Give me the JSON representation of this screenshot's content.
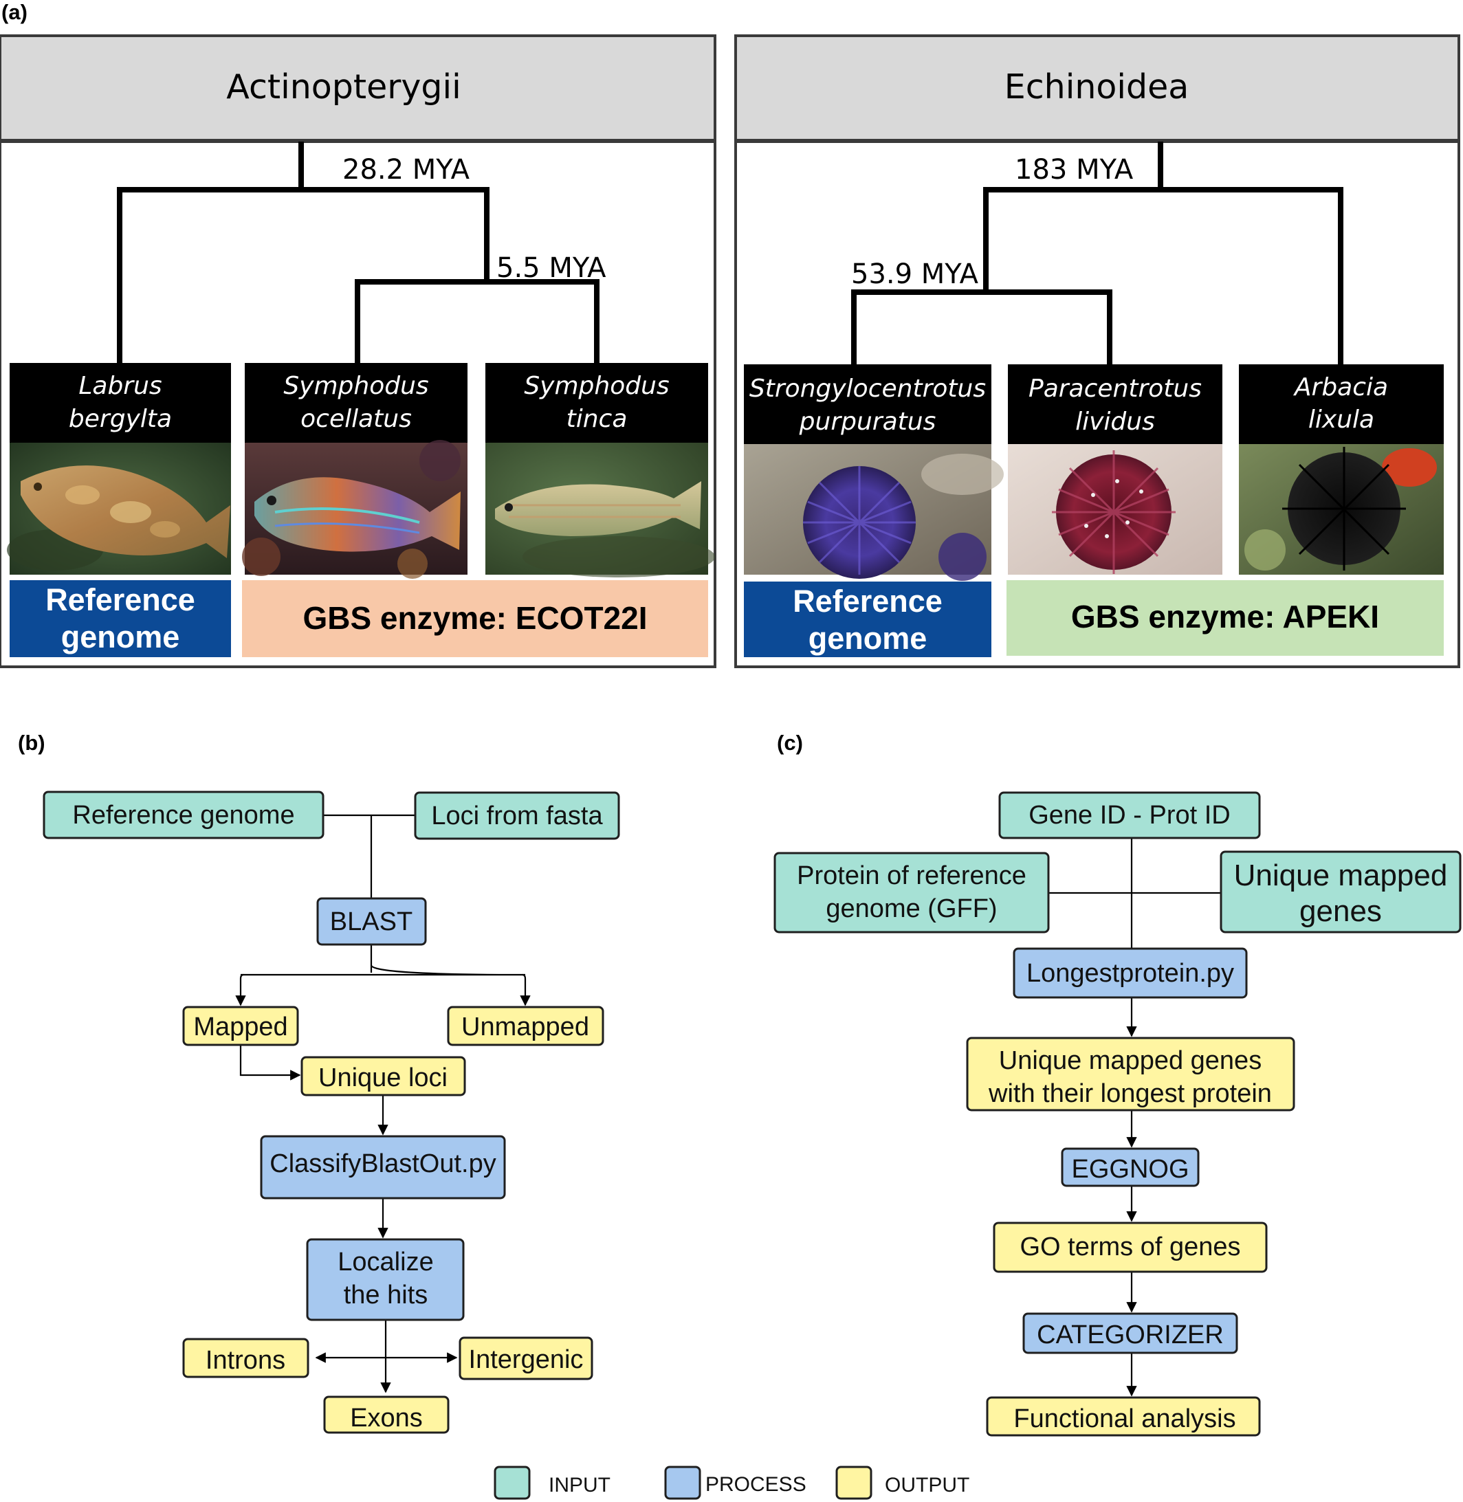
{
  "colors": {
    "input": "#a6e1d5",
    "process": "#a6c8ef",
    "output": "#fff5a2",
    "reference_genome": "#0c4a96",
    "gbs_ecot22i": "#f8c8a8",
    "gbs_apeki": "#c6e3b6",
    "header": "#d9d9d9"
  },
  "panel_a": {
    "label": "(a)",
    "left": {
      "title": "Actinopterygii",
      "node_root": "28.2 MYA",
      "node_inner": "5.5 MYA",
      "species": [
        {
          "line1": "Labrus",
          "line2": "bergylta",
          "photo": "fish-photo"
        },
        {
          "line1": "Symphodus",
          "line2": "ocellatus",
          "photo": "fish-photo"
        },
        {
          "line1": "Symphodus",
          "line2": "tinca",
          "photo": "fish-photo"
        }
      ],
      "reference": {
        "line1": "Reference",
        "line2": "genome"
      },
      "enzyme": "GBS enzyme: ECOT22I"
    },
    "right": {
      "title": "Echinoidea",
      "node_root": "183 MYA",
      "node_inner": "53.9 MYA",
      "species": [
        {
          "line1": "Strongylocentrotus",
          "line2": "purpuratus",
          "photo": "sea-urchin-photo"
        },
        {
          "line1": "Paracentrotus",
          "line2": "lividus",
          "photo": "sea-urchin-photo"
        },
        {
          "line1": "Arbacia",
          "line2": "lixula",
          "photo": "sea-urchin-photo"
        }
      ],
      "reference": {
        "line1": "Reference",
        "line2": "genome"
      },
      "enzyme": "GBS enzyme: APEKI"
    }
  },
  "panel_b": {
    "label": "(b)",
    "nodes": {
      "reference_genome": "Reference genome",
      "loci_from_fasta": "Loci from fasta",
      "blast": "BLAST",
      "mapped": "Mapped",
      "unmapped": "Unmapped",
      "unique_loci": "Unique loci",
      "classify": "ClassifyBlastOut.py",
      "localize_1": "Localize",
      "localize_2": "the hits",
      "introns": "Introns",
      "intergenic": "Intergenic",
      "exons": "Exons"
    }
  },
  "panel_c": {
    "label": "(c)",
    "nodes": {
      "gene_prot": "Gene ID - Prot ID",
      "protein_ref_1": "Protein of reference",
      "protein_ref_2": "genome (GFF)",
      "unique_mapped_1": "Unique mapped",
      "unique_mapped_2": "genes",
      "longest": "Longestprotein.py",
      "unique_longest_1": "Unique mapped genes",
      "unique_longest_2": "with their longest protein",
      "eggnog": "EGGNOG",
      "go_terms": "GO terms of genes",
      "categorizer": "CATEGORIZER",
      "functional": "Functional analysis"
    }
  },
  "legend": {
    "input": "INPUT",
    "process": "PROCESS",
    "output": "OUTPUT"
  }
}
